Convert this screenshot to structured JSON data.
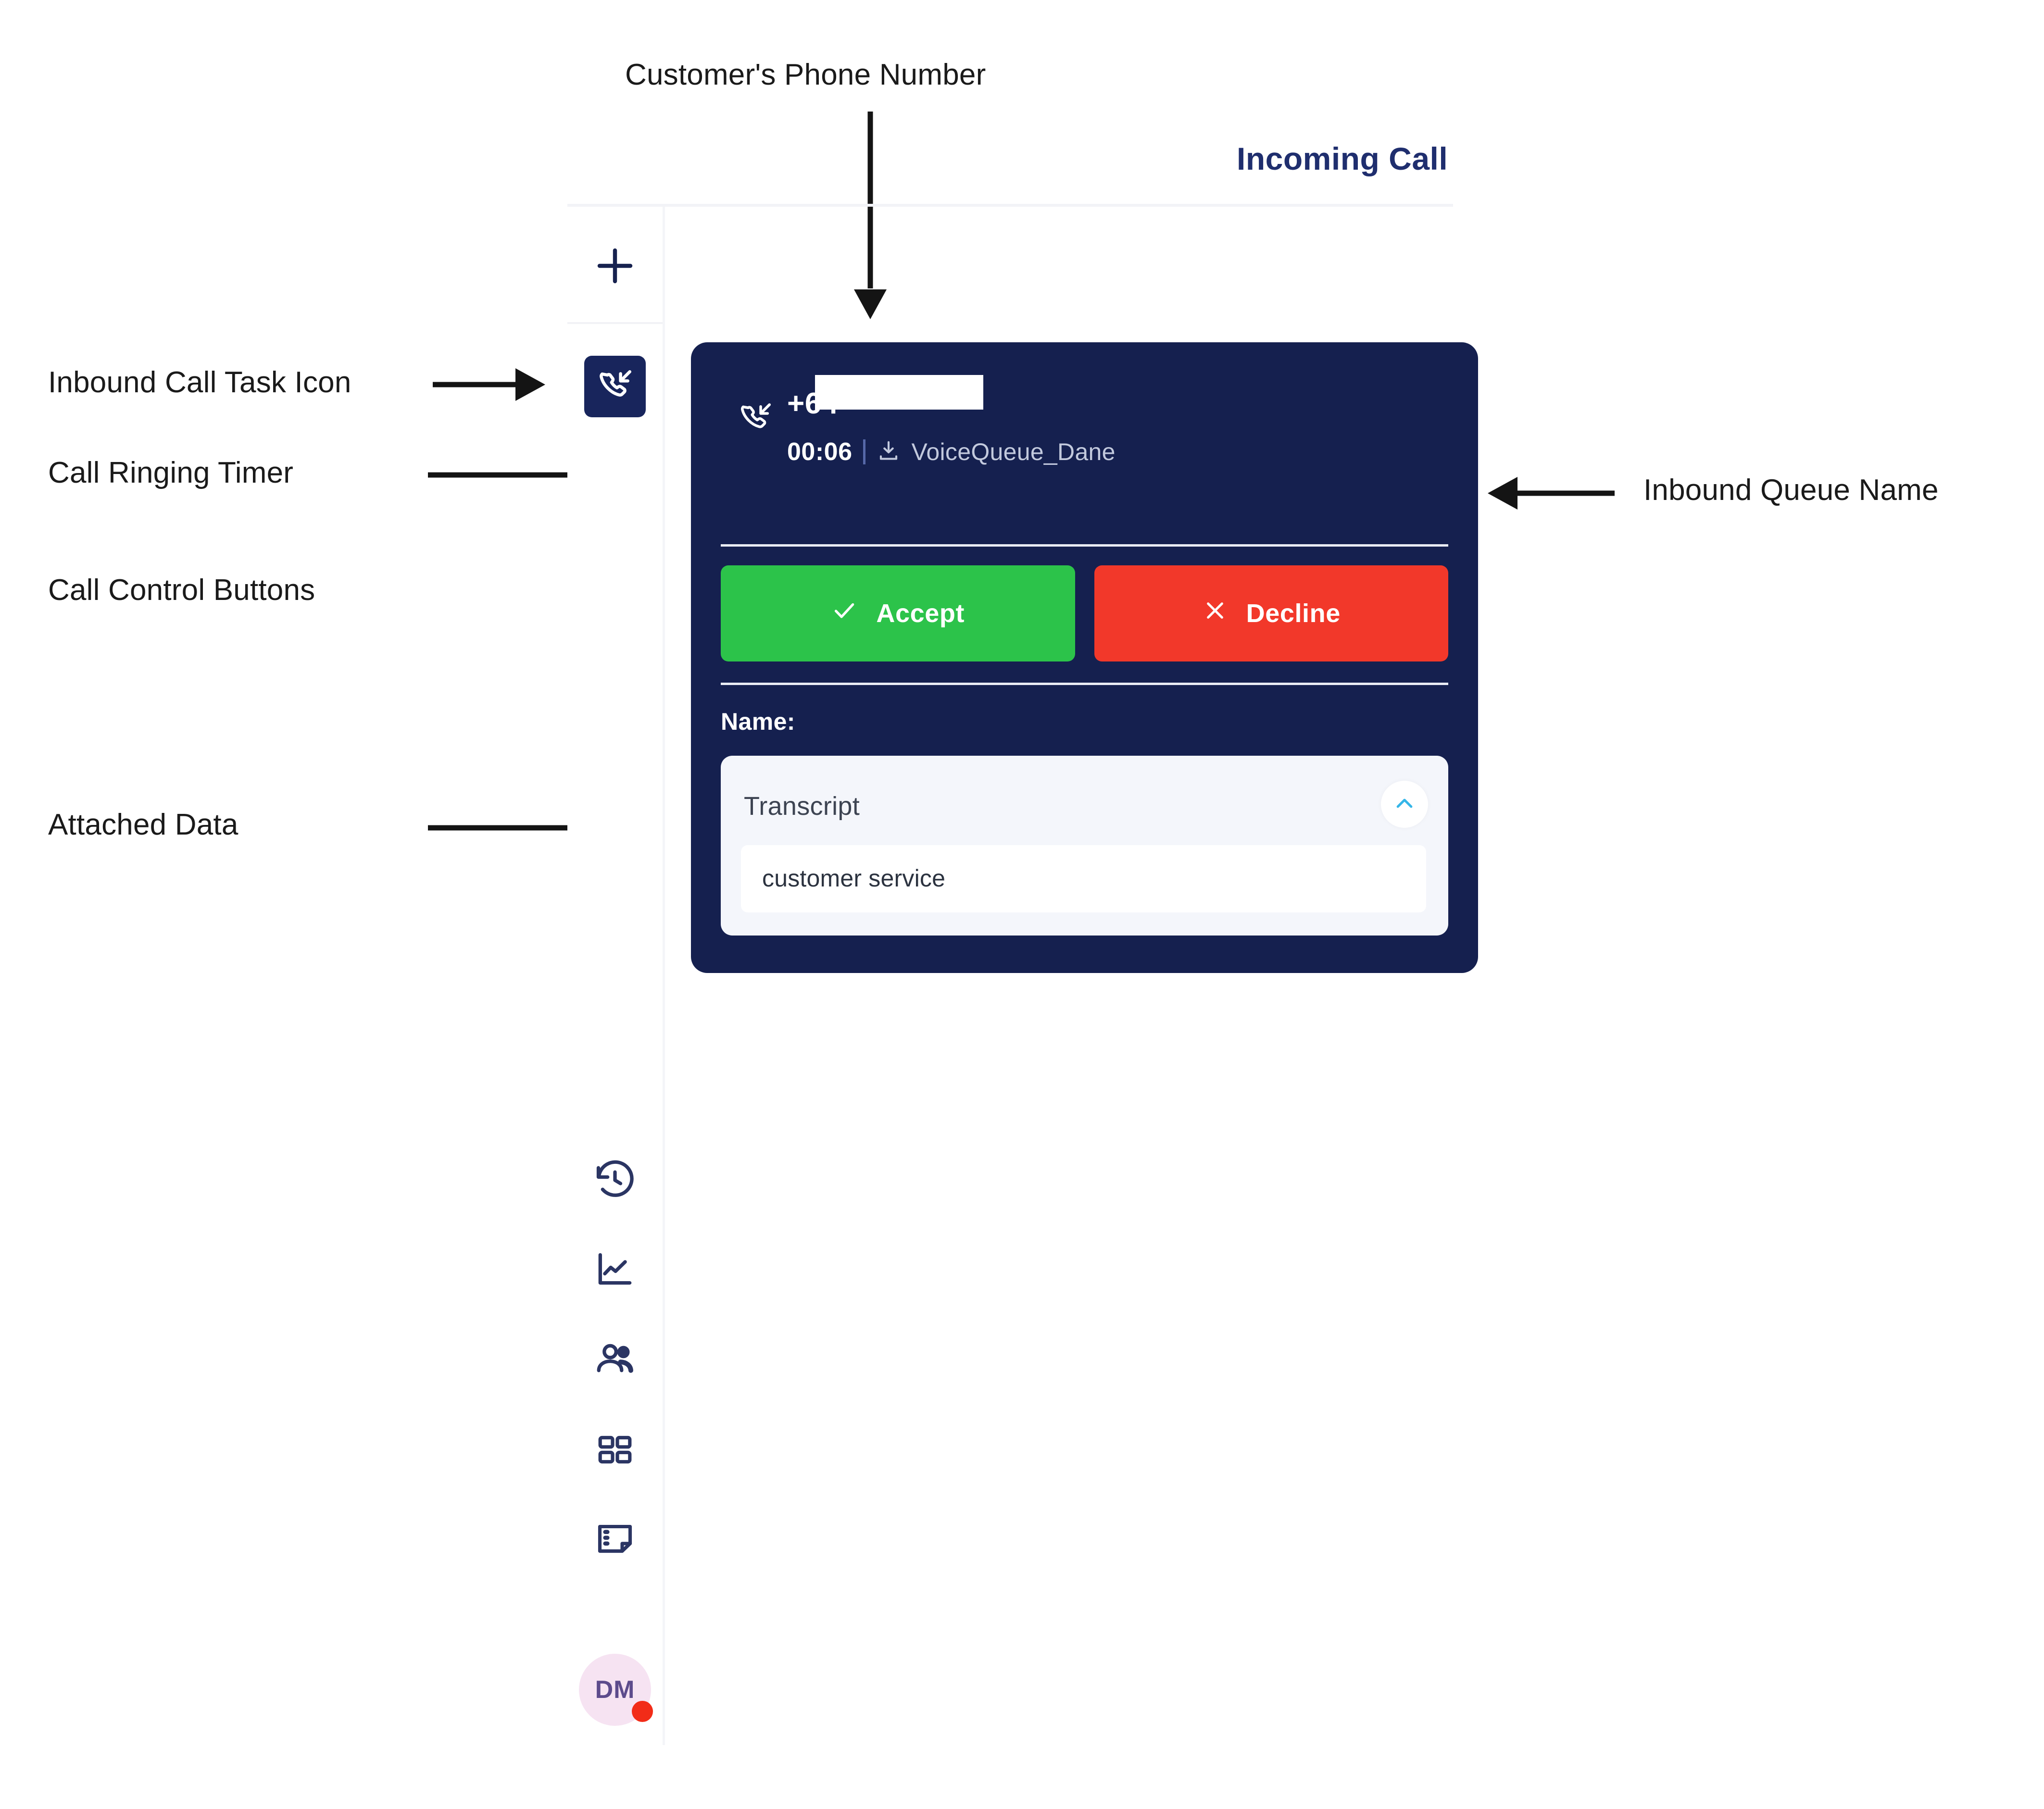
{
  "app": {
    "title": "Incoming Call",
    "title_color": "#1f2e6e"
  },
  "sidebar": {
    "add_task_icon": "plus-icon",
    "active_task": {
      "icon": "inbound-call-icon",
      "background": "#18255c"
    },
    "nav_items": [
      {
        "icon": "history-icon",
        "label": "History"
      },
      {
        "icon": "analytics-line-chart-icon",
        "label": "Analytics"
      },
      {
        "icon": "agents-people-icon",
        "label": "Agents"
      },
      {
        "icon": "apps-grid-icon",
        "label": "Apps"
      },
      {
        "icon": "notes-icon",
        "label": "Notes"
      }
    ],
    "avatar": {
      "initials": "DM",
      "background": "#f6e3f2",
      "presence_color": "#f22c18",
      "presence_label": "busy"
    }
  },
  "call_card": {
    "background": "#15204f",
    "direction_icon": "inbound-call-icon",
    "phone_number": "+64",
    "phone_number_redacted": true,
    "timer": "00:06",
    "queue_icon": "inbound-queue-icon",
    "queue_name": "VoiceQueue_Dane",
    "controls": [
      {
        "name": "accept",
        "label": "Accept",
        "icon": "check-icon",
        "color": "#2cc34a"
      },
      {
        "name": "decline",
        "label": "Decline",
        "icon": "x-icon",
        "color": "#f2382a"
      }
    ],
    "attached_data": {
      "name_label": "Name:",
      "name_value": "",
      "transcript": {
        "title": "Transcript",
        "collapse_icon": "chevron-up-icon",
        "collapse_icon_color": "#35b6e8",
        "value": "customer service"
      }
    }
  },
  "annotations": [
    {
      "id": "a1",
      "label": "Customer's Phone Number",
      "arrow": "down"
    },
    {
      "id": "a2",
      "label": "Inbound Call Task Icon",
      "arrow": "right"
    },
    {
      "id": "a3",
      "label": "Call Ringing Timer",
      "arrow": "right"
    },
    {
      "id": "a4",
      "label": "Call Control Buttons",
      "arrow": "none"
    },
    {
      "id": "a5",
      "label": "Attached Data",
      "arrow": "right"
    },
    {
      "id": "a6",
      "label": "Inbound Queue Name",
      "arrow": "left"
    }
  ]
}
